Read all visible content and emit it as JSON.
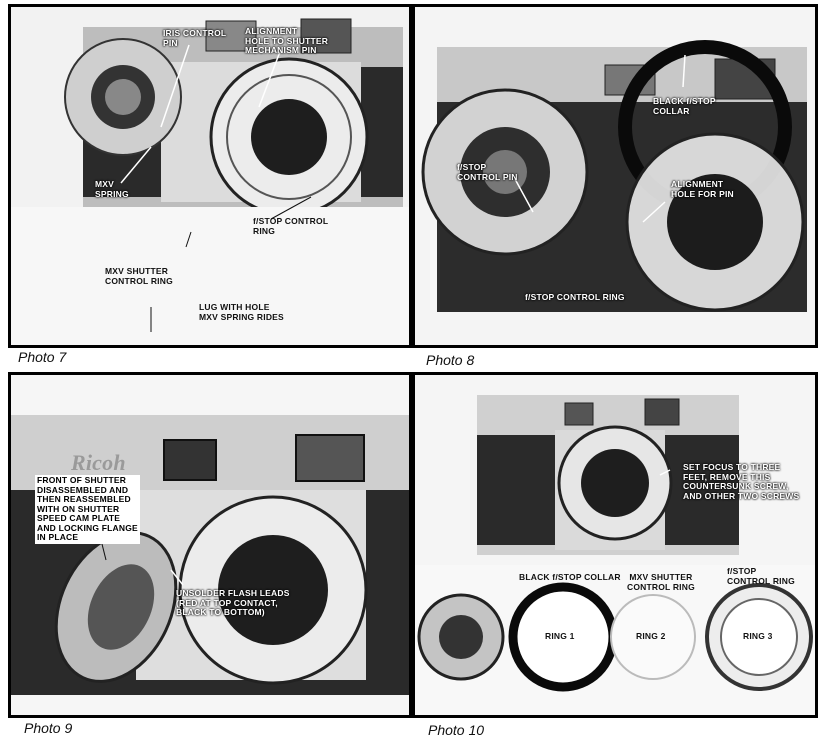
{
  "captions": {
    "photo7": "Photo 7",
    "photo8": "Photo 8",
    "photo9": "Photo 9",
    "photo10": "Photo 10"
  },
  "photo7": {
    "iris_control_pin": [
      "IRIS CONTROL",
      "PIN"
    ],
    "alignment_hole": [
      "ALIGNMENT",
      "HOLE TO SHUTTER",
      "MECHANISM PIN"
    ],
    "mxv_spring": [
      "MXV",
      "SPRING"
    ],
    "fstop_control_ring": [
      "f/STOP CONTROL",
      "RING"
    ],
    "mxv_shutter_control_ring": [
      "MXV SHUTTER",
      "CONTROL RING"
    ],
    "lug_with_hole": [
      "LUG WITH HOLE",
      "MXV SPRING RIDES"
    ]
  },
  "photo8": {
    "black_fstop_collar": [
      "BLACK f/STOP",
      "COLLAR"
    ],
    "fstop_control_pin": [
      "f/STOP",
      "CONTROL PIN"
    ],
    "alignment_hole_for_pin": [
      "ALIGNMENT",
      "HOLE FOR PIN"
    ],
    "fstop_control_ring": [
      "f/STOP CONTROL RING"
    ]
  },
  "photo9": {
    "brand": "Ricoh",
    "front_of_shutter": [
      "FRONT OF SHUTTER",
      "DISASSEMBLED AND",
      "THEN REASSEMBLED",
      "WITH ON SHUTTER",
      "SPEED CAM PLATE",
      "AND LOCKING FLANGE",
      "IN PLACE"
    ],
    "unsolder_flash_leads": [
      "UNSOLDER FLASH LEADS",
      "(RED AT TOP CONTACT,",
      "BLACK TO BOTTOM)"
    ]
  },
  "photo10": {
    "set_focus": [
      "SET FOCUS TO THREE",
      "FEET, REMOVE THIS",
      "COUNTERSUNK SCREW,",
      "AND OTHER TWO SCREWS"
    ],
    "black_fstop_collar": [
      "BLACK f/STOP COLLAR"
    ],
    "mxv_shutter_control_ring": [
      "MXV SHUTTER",
      "CONTROL RING"
    ],
    "fstop_control_ring": [
      "f/STOP",
      "CONTROL RING"
    ],
    "ring1": "RING 1",
    "ring2": "RING 2",
    "ring3": "RING 3"
  }
}
